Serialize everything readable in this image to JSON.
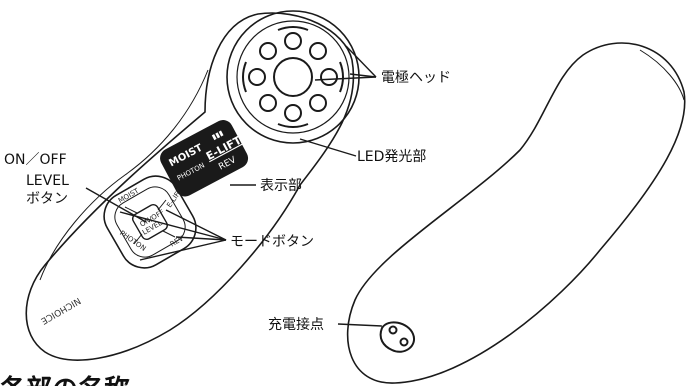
{
  "callouts": {
    "electrode_head": "電極ヘッド",
    "led_emitter": "LED発光部",
    "display": "表示部",
    "power_level_line1": "ON／OFF",
    "power_level_line2": "LEVEL",
    "power_level_line3": "ボタン",
    "mode_buttons": "モードボタン",
    "charging_contact": "充電接点"
  },
  "device_print": {
    "display_moist": "MOIST",
    "display_elift": "E-LIFT",
    "display_photon": "PHOTON",
    "display_rev": "REV",
    "display_indicator": "▮▮▮",
    "button_center_top": "ON/OFF",
    "button_center_bottom": "LEVEL",
    "button_moist": "MOIST",
    "button_elift": "E-LIFT",
    "button_photon": "PHOTON",
    "button_rev": "REV",
    "brand": "NICHOICE"
  },
  "footer_partial": "各部の名称"
}
